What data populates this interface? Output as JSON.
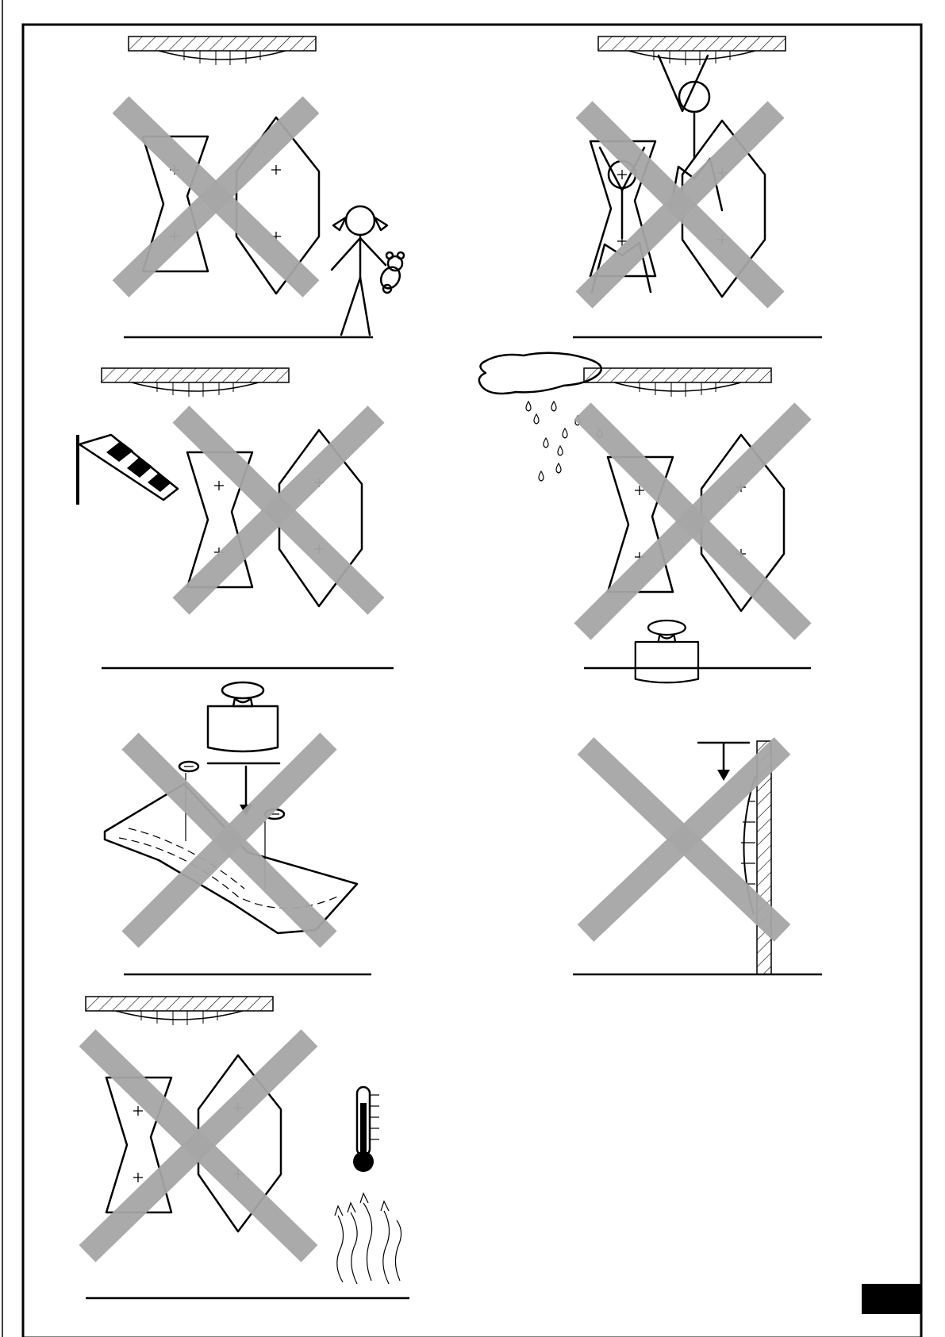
{
  "document": {
    "type": "installation-warning-sheet",
    "panel_count": 7,
    "panels": [
      {
        "id": "children-toys",
        "forbidden": true
      },
      {
        "id": "hanging-from-product",
        "forbidden": true
      },
      {
        "id": "wind",
        "forbidden": true
      },
      {
        "id": "rain",
        "forbidden": true
      },
      {
        "id": "load-on-surface",
        "forbidden": true
      },
      {
        "id": "load-on-wall-mount",
        "forbidden": true
      },
      {
        "id": "temperature-heat",
        "forbidden": true
      }
    ],
    "colors": {
      "line": "#000000",
      "prohibition_cross": "#a6a6a6",
      "background": "#ffffff",
      "page_number_box": "#000000"
    },
    "page_number": ""
  }
}
